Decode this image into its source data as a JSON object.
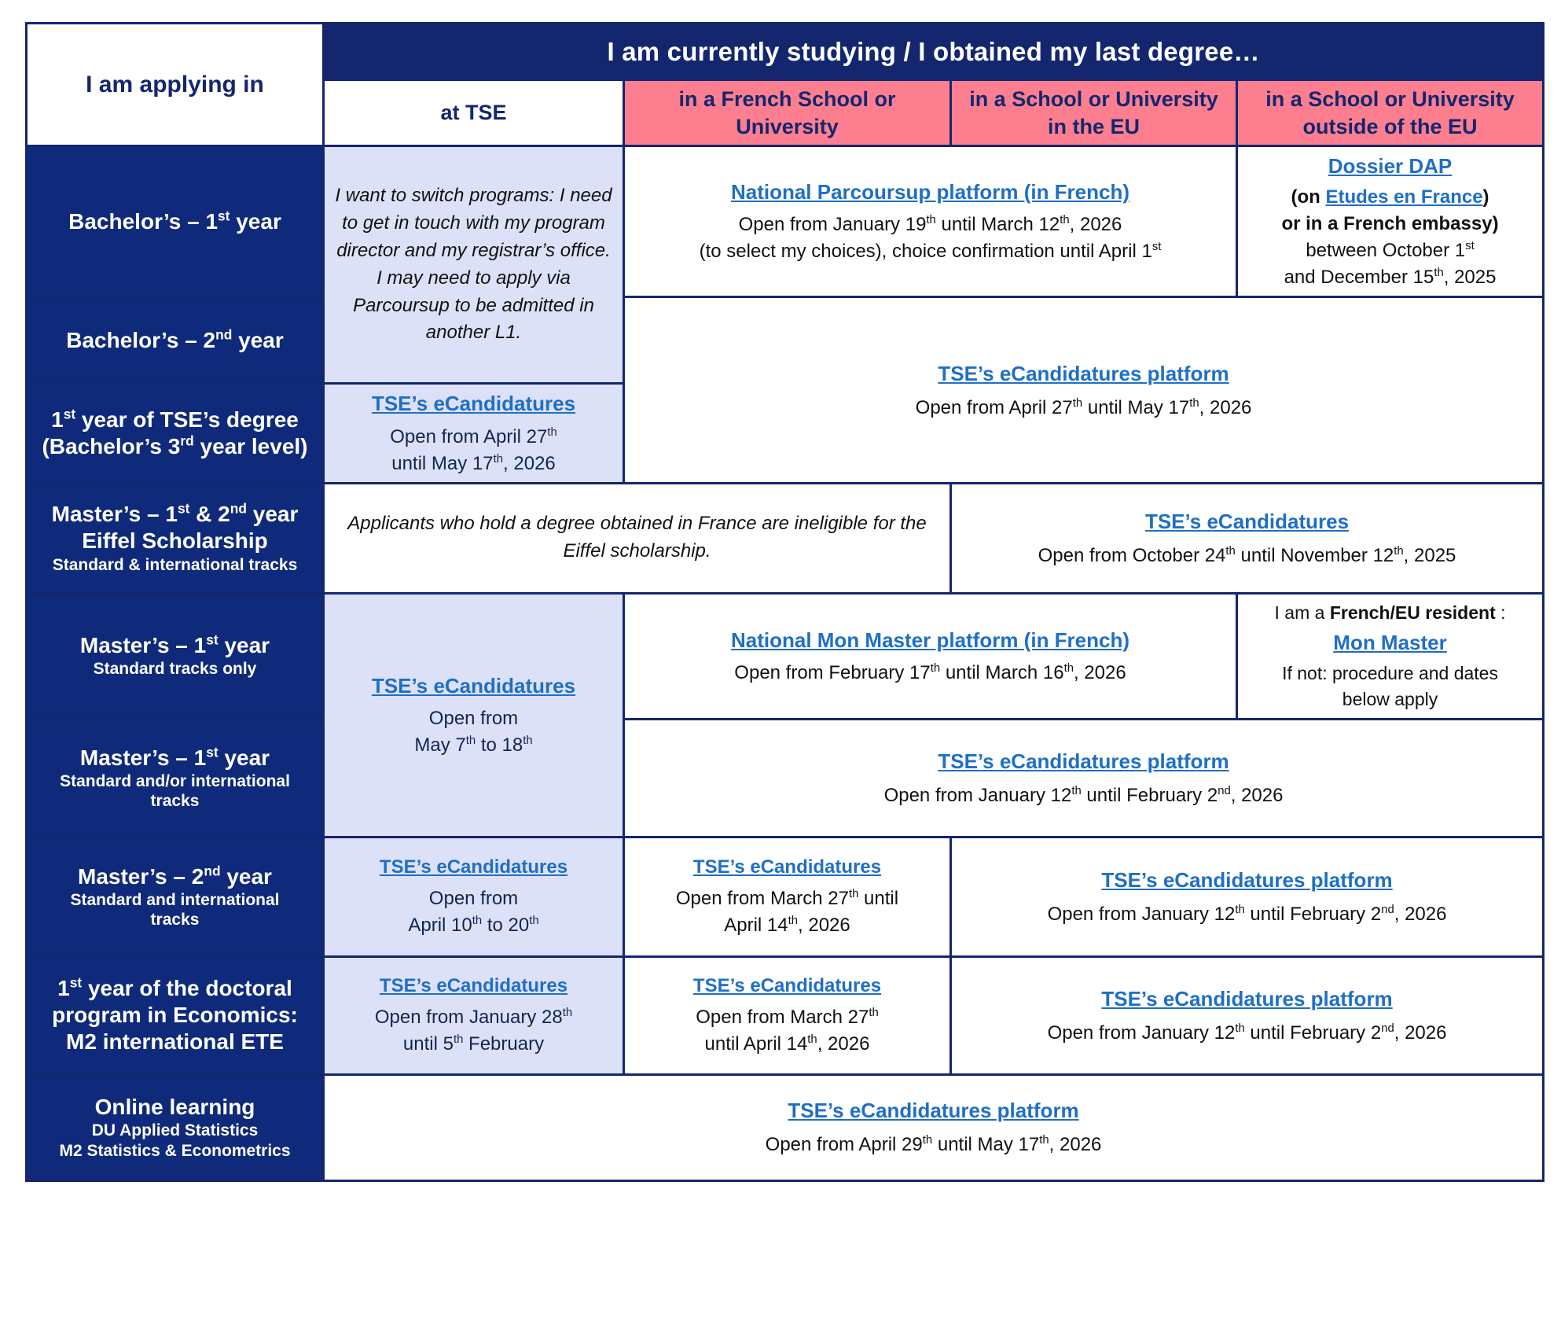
{
  "table": {
    "corner_label": "I am applying in",
    "top_header": "I am currently studying / I obtained my last degree…",
    "columns": [
      {
        "label": "at TSE",
        "style": "white"
      },
      {
        "label_line1": "in a French School",
        "label_line2": "or University",
        "style": "pink"
      },
      {
        "label_line1": "in a School or",
        "label_line2": "University in the EU",
        "style": "pink"
      },
      {
        "label_line1": "in a School or University",
        "label_line2": "outside of the EU",
        "style": "pink"
      }
    ],
    "colors": {
      "navy": "#14266e",
      "pink": "#fd7f8f",
      "lavender": "#dde1f7",
      "link_blue": "#1f6fc4",
      "white": "#ffffff"
    },
    "rows": {
      "bachelor_1": {
        "title": "Bachelor’s – 1",
        "title_sup": "st",
        "title_tail": " year"
      },
      "bachelor_2": {
        "title": "Bachelor’s – 2",
        "title_sup": "nd",
        "title_tail": " year"
      },
      "tse_first_year": {
        "line1_a": "1",
        "line1_sup": "st",
        "line1_b": " year of TSE’s degree",
        "line2_a": "(Bachelor’s 3",
        "line2_sup": "rd",
        "line2_b": " year level)"
      },
      "eiffel": {
        "line1_a": "Master’s – 1",
        "line1_sup1": "st",
        "line1_mid": " & 2",
        "line1_sup2": "nd",
        "line1_b": " year",
        "line2": "Eiffel Scholarship",
        "line3": "Standard & international tracks"
      },
      "master1_standard": {
        "line1_a": "Master’s – 1",
        "line1_sup": "st",
        "line1_b": " year",
        "line2": "Standard tracks only"
      },
      "master1_intl": {
        "line1_a": "Master’s – 1",
        "line1_sup": "st",
        "line1_b": " year",
        "line2": "Standard and/or international",
        "line3": "tracks"
      },
      "master2": {
        "line1_a": "Master’s – 2",
        "line1_sup": "nd",
        "line1_b": " year",
        "line2": "Standard and international",
        "line3": "tracks"
      },
      "doctoral": {
        "line1_a": "1",
        "line1_sup": "st",
        "line1_b": " year of the doctoral",
        "line2": "program in Economics:",
        "line3": "M2 international ETE"
      },
      "online": {
        "line1": "Online learning",
        "line2": "DU Applied Statistics",
        "line3": "M2 Statistics & Econometrics"
      }
    },
    "cells": {
      "tse_switch_note": {
        "l1": "I want to switch programs: I",
        "l2": "need to get in touch with my",
        "l3": "program director and my",
        "l4": "registrar’s office.",
        "l5": "I may need to apply via",
        "l6": "Parcoursup to be admitted",
        "l7": "in another L1."
      },
      "tse_ecand_apr27": {
        "link": "TSE’s eCandidatures",
        "l1_a": "Open from April 27",
        "l1_sup": "th",
        "l2_a": "until May 17",
        "l2_sup": "th",
        "l2_b": ", 2026"
      },
      "parcoursup": {
        "link": "National Parcoursup platform (in French)",
        "l1_a": "Open from January 19",
        "l1_sup1": "th",
        "l1_mid": " until March 12",
        "l1_sup2": "th",
        "l1_b": ", 2026",
        "l2_a": "(to select my choices), choice confirmation until April 1",
        "l2_sup": "st"
      },
      "dossier_dap": {
        "link": "Dossier DAP",
        "l2_pre": "(on ",
        "l2_link": "Etudes en France",
        "l2_post": ")",
        "l3": "or in a French embassy)",
        "l4_a": "between October 1",
        "l4_sup": "st",
        "l5_a": "and December 15",
        "l5_sup": "th",
        "l5_b": ", 2025"
      },
      "ecand_platform_apr27": {
        "link": "TSE’s eCandidatures platform",
        "l1_a": "Open from April 27",
        "l1_sup1": "th",
        "l1_mid": " until May 17",
        "l1_sup2": "th",
        "l1_b": ", 2026"
      },
      "eiffel_ineligible": {
        "l1": "Applicants who hold a degree obtained in France are",
        "l2": "ineligible for the Eiffel scholarship."
      },
      "eiffel_ecand": {
        "link": "TSE’s eCandidatures",
        "l1_a": "Open from October 24",
        "l1_sup1": "th",
        "l1_mid": " until November 12",
        "l1_sup2": "th",
        "l1_b": ", 2025"
      },
      "tse_ecand_may7": {
        "link": "TSE’s eCandidatures",
        "l1": "Open from",
        "l2_a": "May 7",
        "l2_sup1": "th",
        "l2_mid": " to 18",
        "l2_sup2": "th"
      },
      "mon_master": {
        "link": "National Mon Master platform (in French)",
        "l1_a": "Open from February 17",
        "l1_sup1": "th",
        "l1_mid": " until March 16",
        "l1_sup2": "th",
        "l1_b": ", 2026"
      },
      "french_eu_resident": {
        "l1_pre": "I am a ",
        "l1_bold": "French/EU resident",
        "l1_post": " :",
        "link": "Mon Master",
        "l3": "If not: procedure and dates",
        "l4": "below apply"
      },
      "ecand_platform_jan12": {
        "link": "TSE’s eCandidatures platform",
        "l1_a": "Open from January 12",
        "l1_sup1": "th",
        "l1_mid": " until February 2",
        "l1_sup2": "nd",
        "l1_b": ", 2026"
      },
      "m2_tse_apr10": {
        "link": "TSE’s eCandidatures",
        "l1": "Open from",
        "l2_a": "April 10",
        "l2_sup1": "th",
        "l2_mid": " to 20",
        "l2_sup2": "th"
      },
      "m2_french_mar27": {
        "link": "TSE’s eCandidatures",
        "l1_a": "Open from March 27",
        "l1_sup": "th",
        "l1_b": " until",
        "l2_a": "April 14",
        "l2_sup": "th",
        "l2_b": ", 2026"
      },
      "phd_tse_jan28": {
        "link": "TSE’s eCandidatures",
        "l1_a": "Open from January 28",
        "l1_sup": "th",
        "l2_a": "until 5",
        "l2_sup": "th",
        "l2_b": " February"
      },
      "phd_french_mar27": {
        "link": "TSE’s eCandidatures",
        "l1_a": "Open from March 27",
        "l1_sup": "th",
        "l2_a": "until April 14",
        "l2_sup": "th",
        "l2_b": ", 2026"
      },
      "online_platform": {
        "link": "TSE’s eCandidatures platform",
        "l1_a": "Open from April 29",
        "l1_sup1": "th",
        "l1_mid": " until May 17",
        "l1_sup2": "th",
        "l1_b": ", 2026"
      }
    }
  }
}
